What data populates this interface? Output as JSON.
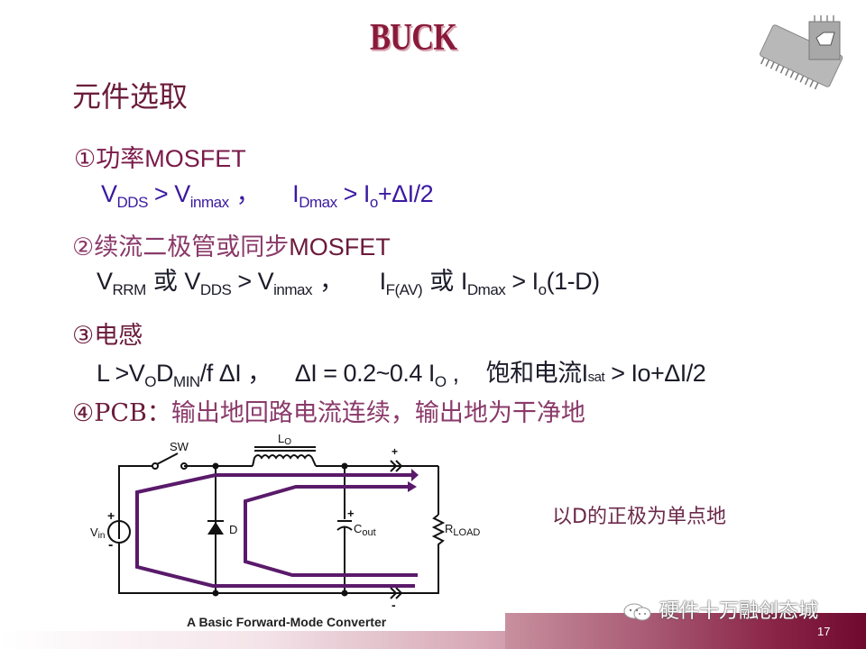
{
  "slide": {
    "title": "BUCK",
    "subtitle": "元件选取",
    "items": [
      {
        "number": "①",
        "heading_cn": "功率",
        "heading_lat": "MOSFET",
        "formula": {
          "v": "V",
          "v_sub": "DDS",
          "gt1": " > ",
          "v2": "V",
          "v2_sub": "inmax",
          "sep": " ，",
          "i": "I",
          "i_sub": "Dmax",
          "gt2": " > ",
          "rhs": "I",
          "rhs_sub": "o",
          "rhs_tail": "+ΔI/2"
        }
      },
      {
        "number": "②",
        "heading_cn": "续流二极管或同步",
        "heading_lat": "MOSFET",
        "formula": {
          "v1": "V",
          "v1_sub": "RRM",
          "or1": " 或 ",
          "v2": "V",
          "v2_sub": "DDS",
          "gt1": " > ",
          "v3": "V",
          "v3_sub": "inmax",
          "sep": " ，",
          "i1": "I",
          "i1_sub": "F(AV)",
          "or2": " 或 ",
          "i2": "I",
          "i2_sub": "Dmax",
          "gt2": " > ",
          "rhs": "I",
          "rhs_sub": "o",
          "rhs_tail": "(1-D)"
        }
      },
      {
        "number": "③",
        "heading_cn": "电感",
        "formula": {
          "l": "L >V",
          "l_sub1": "O",
          "d": "D",
          "d_sub": "MIN",
          "tail1": "/f ΔI ，",
          "di": "ΔI = 0.2~0.4 I",
          "di_sub": "O",
          "di_tail": " ,",
          "sat_cn": "饱和电流",
          "isat": "I",
          "isat_sub": "sat",
          "sat_tail": " > Io+ΔI/2"
        }
      },
      {
        "number": "④",
        "heading_lat": "PCB：",
        "text": "输出地回路电流连续，输出地为干净地"
      }
    ],
    "circuit": {
      "labels": {
        "sw": "SW",
        "lo": "L",
        "lo_sub": "O",
        "vin": "V",
        "vin_sub": "in",
        "d": "D",
        "cout": "C",
        "cout_sub": "out",
        "rload": "R",
        "rload_sub": "LOAD",
        "plus": "+",
        "minus": "-"
      },
      "caption": "A Basic Forward-Mode Converter",
      "path_color": "#5a1a6a"
    },
    "note": "以D的正极为单点地",
    "watermark": "硬件十万融创态城",
    "page_number": "17",
    "colors": {
      "title": "#8a1a3a",
      "heading": "#7a1a4a",
      "formula": "#3a1aa0",
      "footer": "#8a1d40"
    }
  }
}
